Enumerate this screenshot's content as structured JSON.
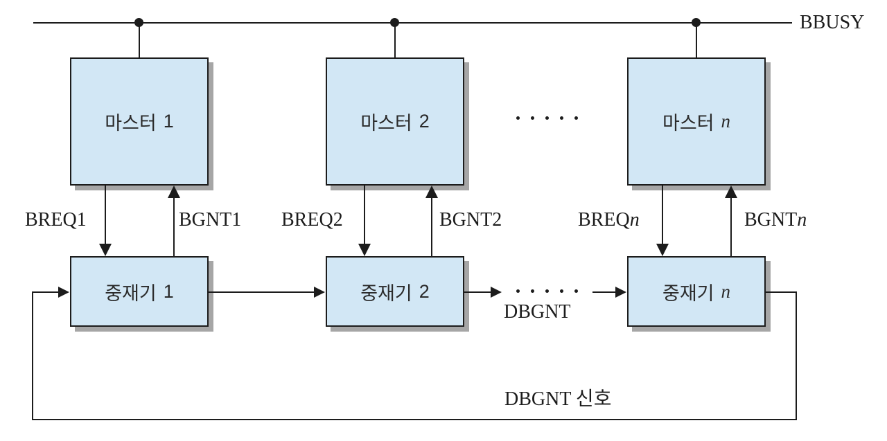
{
  "bus": {
    "label": "BBUSY"
  },
  "masters": [
    {
      "name": "마스터",
      "index": "1"
    },
    {
      "name": "마스터",
      "index": "2"
    },
    {
      "name": "마스터",
      "index": "n"
    }
  ],
  "arbiters": [
    {
      "name": "중재기",
      "index": "1"
    },
    {
      "name": "중재기",
      "index": "2"
    },
    {
      "name": "중재기",
      "index": "n"
    }
  ],
  "signals": [
    {
      "req_prefix": "BREQ",
      "req_index": "1",
      "gnt_prefix": "BGNT",
      "gnt_index": "1"
    },
    {
      "req_prefix": "BREQ",
      "req_index": "2",
      "gnt_prefix": "BGNT",
      "gnt_index": "2"
    },
    {
      "req_prefix": "BREQ",
      "req_index": "n",
      "gnt_prefix": "BGNT",
      "gnt_index": "n"
    }
  ],
  "chain": {
    "label": "DBGNT",
    "feedback_label": "DBGNT 신호"
  },
  "colors": {
    "box_fill": "#d2e7f5",
    "box_border": "#1c1c1c",
    "line": "#1c1c1c",
    "shadow": "#a6a6a6",
    "text": "#2b2b2b"
  }
}
